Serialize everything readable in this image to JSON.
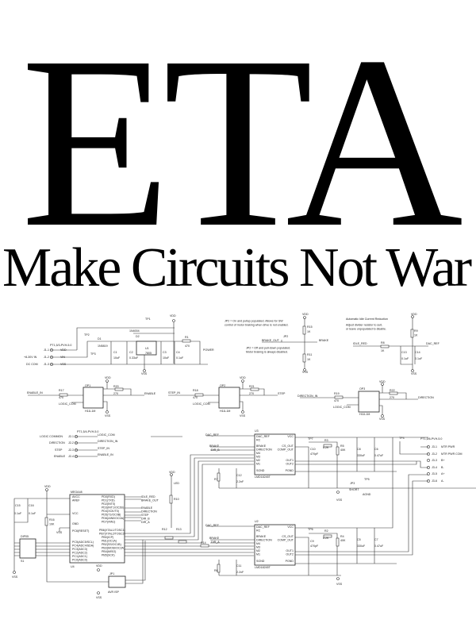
{
  "poster": {
    "title": "ETA",
    "slogan": "Make Circuits Not War"
  },
  "labels": [
    "TP1",
    "VDD",
    "1N4004",
    "D2",
    "D1",
    "1N5819",
    "PT1,5/3-PVH-5.0",
    "J1-1",
    "VDD",
    "+8-30V IN",
    "J1-2",
    "VIN",
    "DC COM",
    "J1-3",
    "VSS",
    "TP2",
    "TP3",
    "C1",
    "10uF",
    "C2",
    "0.33uF",
    "U1",
    "7805",
    "C3",
    "10uF",
    "C4",
    "0.1uF",
    "R1",
    "470",
    "POWER",
    "VSS",
    "ENABLE_IN",
    "R17",
    "470",
    "OP1",
    "LOGIC_COM",
    "H11L1M",
    "VDD",
    "R20",
    "270",
    "ENABLE",
    "VSS",
    "STEP_IN",
    "R18",
    "470",
    "OP2",
    "LOGIC_COM",
    "H11L1M",
    "VDD",
    "R21",
    "270",
    "STEP",
    "VSS",
    "DIRECTION_IN",
    "R19",
    "470",
    "OP3",
    "LOGIC_COM",
    "H11L1M",
    "VDD",
    "R22",
    "270",
    "DIRECTION",
    "VSS",
    "JP2 = On and pullup populated. Allows for SW",
    "control of motor braking when drive is not enabled.",
    "JP2 = Off and pull-down populated.",
    "Motor braking is always disabled.",
    "BRAKE_OUT",
    "BRAKE",
    "JP2",
    "R15",
    "1K",
    "R11",
    "1K",
    "VDD",
    "VSS",
    "Automatic Idle Current Reduction",
    "Adjust divider resistor to suit,",
    "or leave unpopulated to disable.",
    "IDLE_RED",
    "R8",
    "1K",
    "C13",
    "0.1uF",
    "C14",
    "0.1uF",
    "R9",
    "1K",
    "DAC_REF",
    "VDD",
    "VSS",
    "PT1,5/4-PVH-5.0",
    "LOGIC COMMON",
    "J2-1",
    "LOGIC_COM",
    "DIRECTION",
    "J2-2",
    "DIRECTION_IN",
    "STEP",
    "J2-3",
    "STEP_IN",
    "ENABLE",
    "J2-4",
    "ENABLE_IN",
    "MEGA48",
    "U4",
    "C15",
    "0.1uF",
    "C16",
    "0.1uF",
    "R16",
    "10K",
    "VDD",
    "DIP05",
    "S1",
    "VSS",
    "VSS",
    "JP1",
    "AVR ISP",
    "VDD",
    "VSS",
    "R12",
    "R13",
    "R14",
    "VDD",
    "R10",
    "LED",
    "AVCC",
    "AREF",
    "VCC",
    "GND",
    "PC6(RESET)",
    "PC5(ADC5/SCL)",
    "PC4(ADC4/SDA)",
    "PC3(ADC3)",
    "PC2(ADC2)",
    "PC1(ADC1)",
    "PC0(ADC0)",
    "PD0(RXD)",
    "PD1(TXD)",
    "PD2(INT0)",
    "PD3(INT1/OC2B)",
    "PD4(XCK/T0)",
    "PD5(T1/OC0B)",
    "PD6(AIN0/OC0A)",
    "PD7(AIN1)",
    "PB6(XTAL1/TOSC1)",
    "PB7(XTAL2/TOSC2)",
    "PB0(ICP)",
    "PB1(OC1A)",
    "PB2(SS/OC1B)",
    "PB3(MOSI/OC2A)",
    "PB4(MISO)",
    "PB5(SCK)",
    "IDLE_RED",
    "BRAKE_OUT",
    "ENABLE",
    "DIRECTION",
    "STEP",
    "DIR_B",
    "DIR_A",
    "U3",
    "LMD18245T",
    "DAC_REF",
    "BRAKE",
    "DIR_B",
    "R7",
    "C12",
    "2.2nF",
    "TP7",
    "C10",
    "470pF",
    "R3",
    "6.2K",
    "R5",
    "40K",
    "C8",
    "330uF",
    "C6",
    "0.47uF",
    "TP4",
    "PT1,5/6-PVH-5.0",
    "J3-1",
    "J3-2",
    "J3-3",
    "J3-4",
    "J3-5",
    "J3-6",
    "MTR PWR",
    "MTR PWR COM",
    "B+",
    "B-",
    "A+",
    "A-",
    "JP3",
    "SHORT",
    "TP5",
    "AGND",
    "VSS",
    "U2",
    "LMD18245T",
    "DAC_REF",
    "BRAKE",
    "DIR_A",
    "R6",
    "C11",
    "2.2nF",
    "TP6",
    "C9",
    "470pF",
    "R2",
    "6.2K",
    "R4",
    "40K",
    "C5",
    "330uF",
    "C7",
    "0.47uF",
    "VSS"
  ],
  "driver_pins_left": [
    "DAC_REF",
    "RC",
    "BRAKE",
    "DIRECTION",
    "M4",
    "M3",
    "M2",
    "M1",
    "SGND"
  ],
  "driver_pins_right": [
    "VCC",
    "CS_OUT",
    "COMP_OUT",
    "OUT1",
    "OUT2",
    "PGND"
  ]
}
